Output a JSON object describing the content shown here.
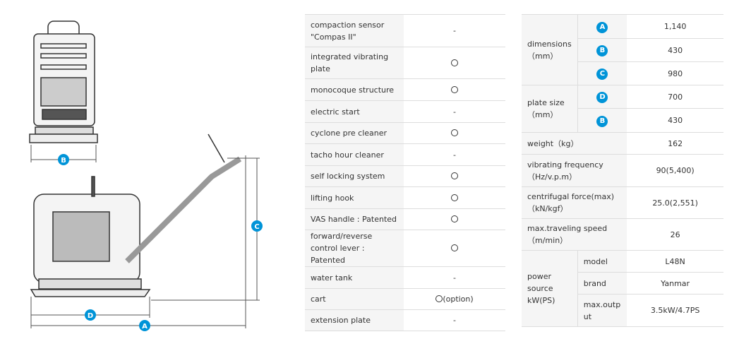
{
  "colors": {
    "badge": "#0094d8"
  },
  "illustration": {
    "labels": [
      "A",
      "B",
      "C",
      "D"
    ]
  },
  "features": [
    {
      "label": "compaction sensor \"Compas II\"",
      "value": "-"
    },
    {
      "label": "integrated vibrating plate",
      "value": "circle"
    },
    {
      "label": "monocoque structure",
      "value": "circle"
    },
    {
      "label": "electric start",
      "value": "-"
    },
    {
      "label": "cyclone pre cleaner",
      "value": "circle"
    },
    {
      "label": "tacho hour cleaner",
      "value": "-"
    },
    {
      "label": "self locking system",
      "value": "circle"
    },
    {
      "label": "lifting hook",
      "value": "circle"
    },
    {
      "label": "VAS handle : Patented",
      "value": "circle"
    },
    {
      "label": "forward/reverse control lever : Patented",
      "value": "circle"
    },
    {
      "label": "water tank",
      "value": "-"
    },
    {
      "label": "cart",
      "value": "circle",
      "suffix": "(option)"
    },
    {
      "label": "extension plate",
      "value": "-"
    }
  ],
  "specs": {
    "dimensions": {
      "label": "dimensions",
      "unit": "（mm）",
      "rows": [
        {
          "badge": "A",
          "value": "1,140"
        },
        {
          "badge": "B",
          "value": "430"
        },
        {
          "badge": "C",
          "value": "980"
        }
      ]
    },
    "plate_size": {
      "label": "plate size",
      "unit": "（mm）",
      "rows": [
        {
          "badge": "D",
          "value": "700"
        },
        {
          "badge": "B",
          "value": "430"
        }
      ]
    },
    "weight": {
      "label": "weight（kg）",
      "value": "162"
    },
    "vibrating_frequency": {
      "label": "vibrating frequency",
      "unit": "（Hz/v.p.m）",
      "value": "90(5,400)"
    },
    "centrifugal_force": {
      "label": "centrifugal force(max)",
      "unit": "（kN/kgf）",
      "value": "25.0(2,551)"
    },
    "traveling_speed": {
      "label": "max.traveling speed",
      "unit": "（m/min）",
      "value": "26"
    },
    "power_source": {
      "label": "power source kW(PS)",
      "rows": [
        {
          "label": "model",
          "value": "L48N"
        },
        {
          "label": "brand",
          "value": "Yanmar"
        },
        {
          "label": "max.output",
          "value": "3.5kW/4.7PS"
        }
      ]
    }
  }
}
